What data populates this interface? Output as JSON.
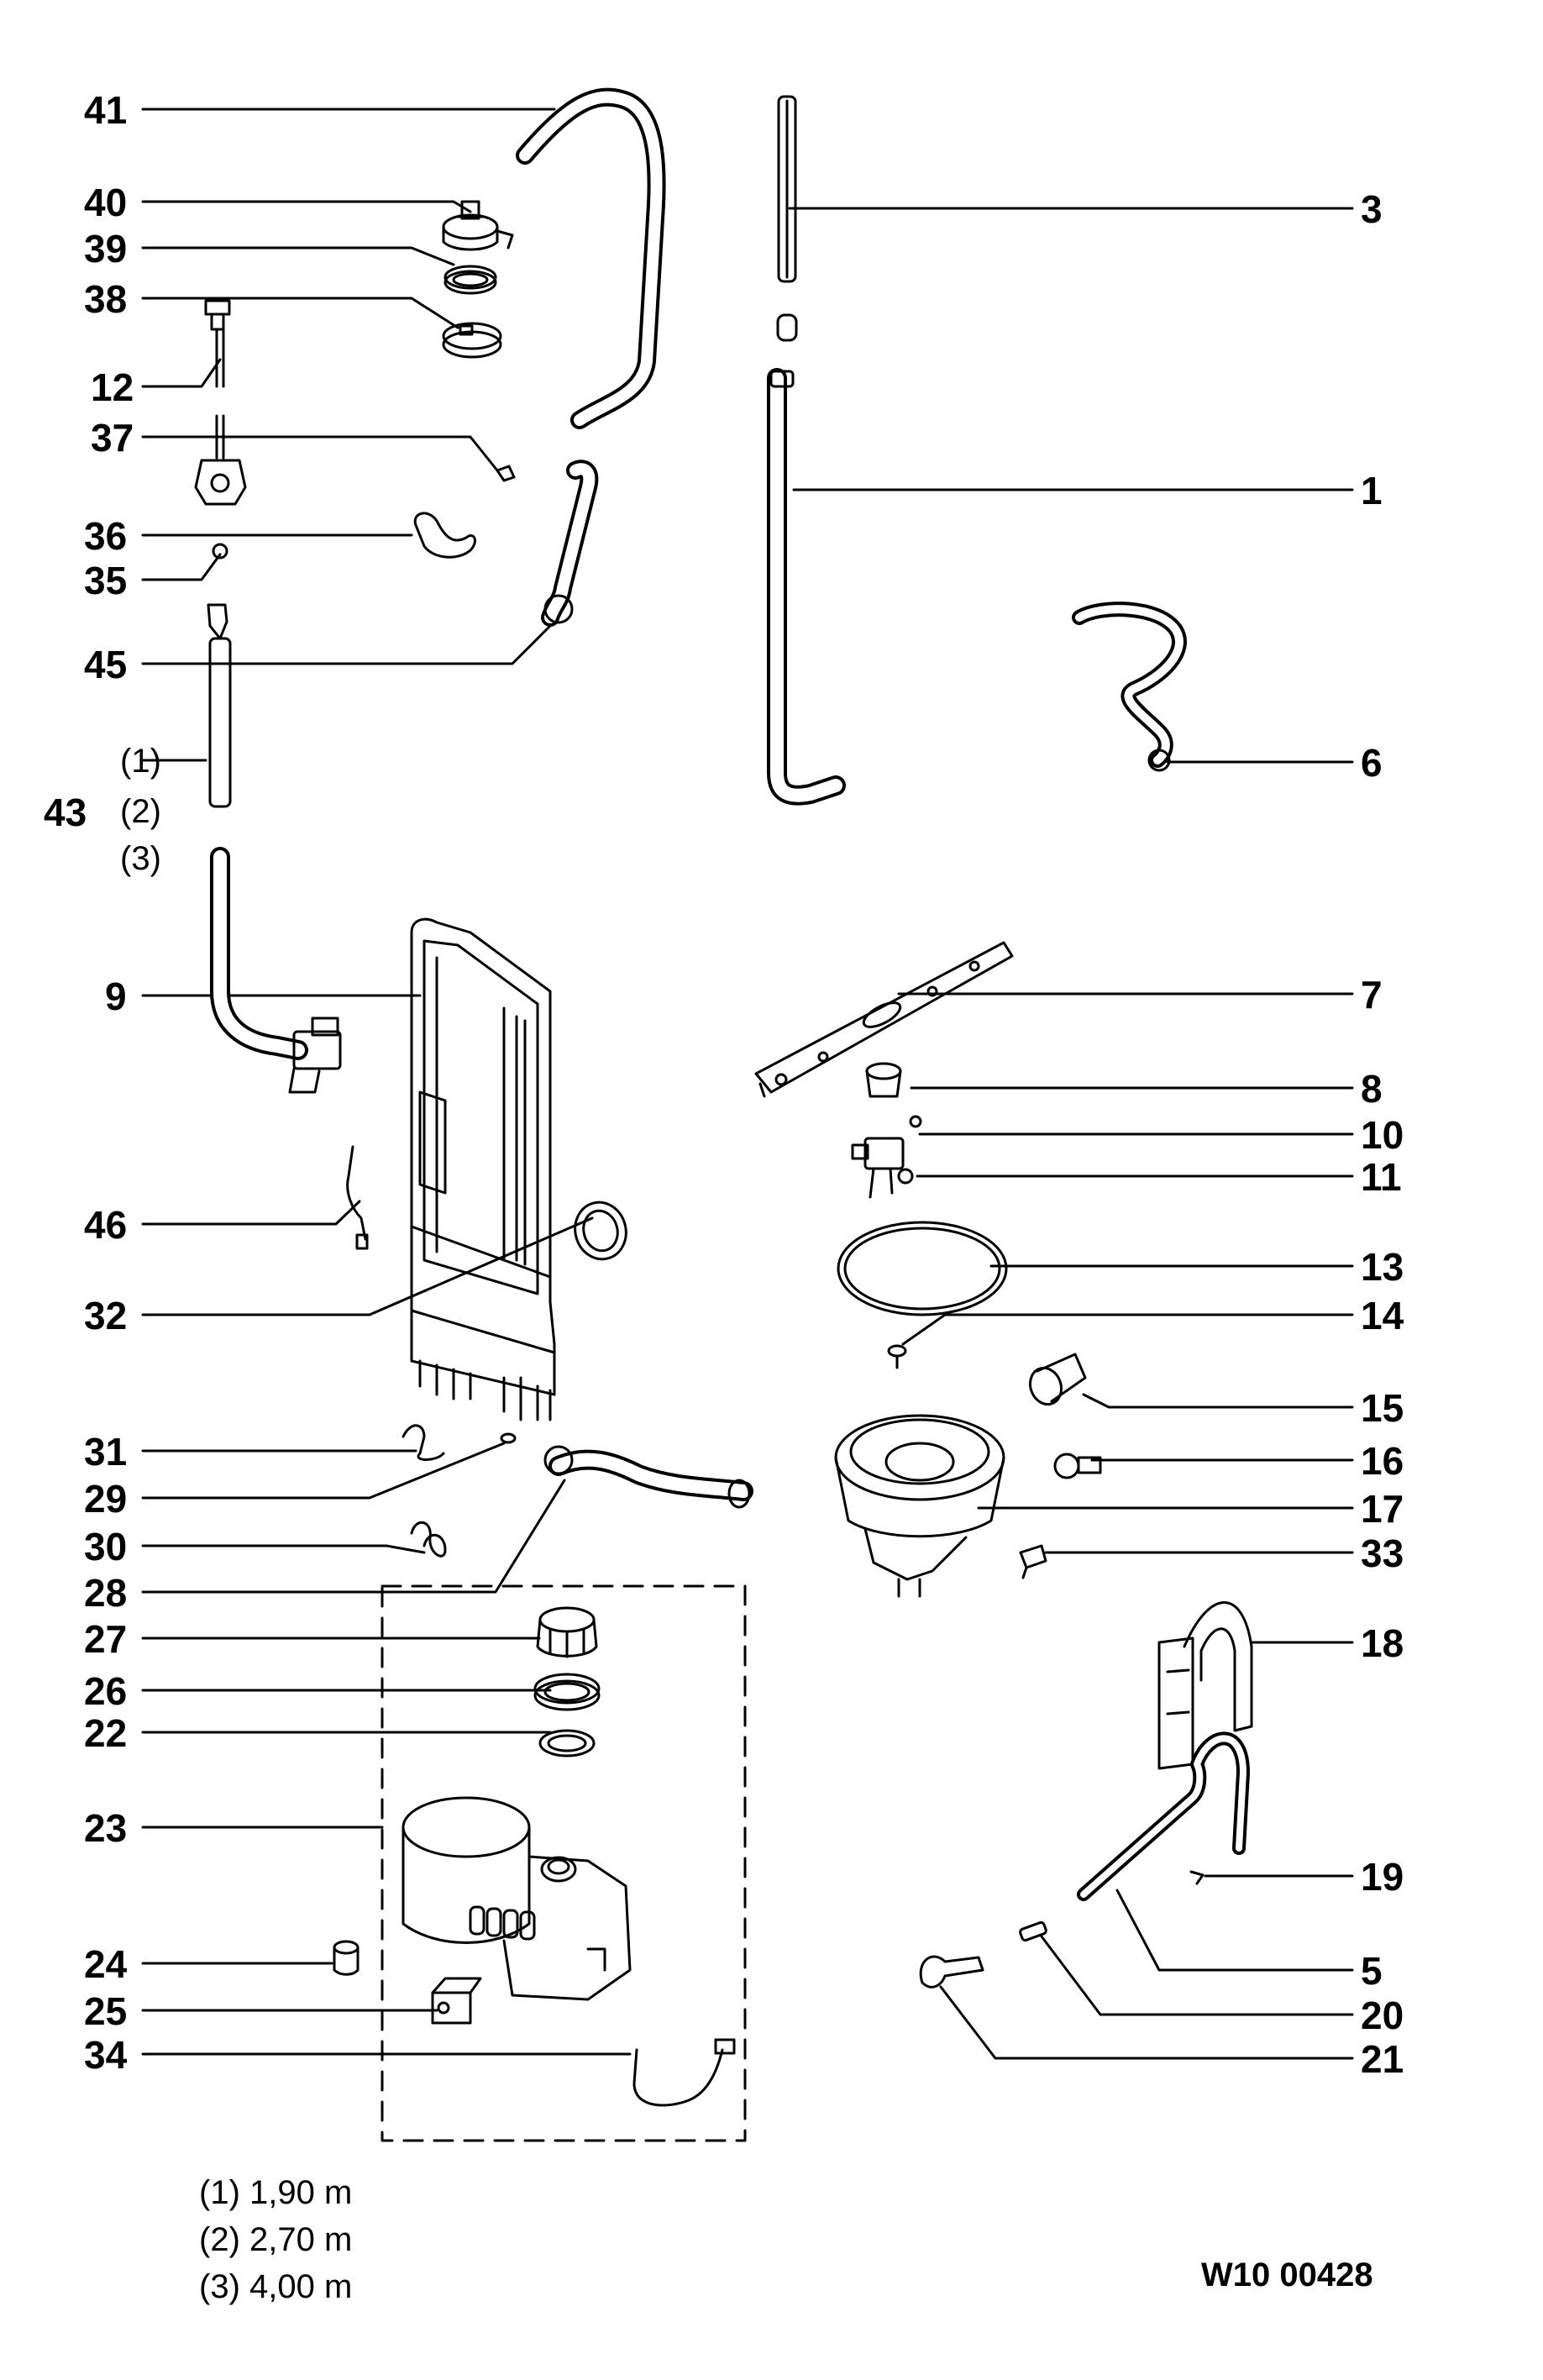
{
  "diagram": {
    "callouts": {
      "n41": "41",
      "n40": "40",
      "n39": "39",
      "n38": "38",
      "n12": "12",
      "n37": "37",
      "n36": "36",
      "n35": "35",
      "n45": "45",
      "n43": "43",
      "n9": "9",
      "n46": "46",
      "n32": "32",
      "n31": "31",
      "n29": "29",
      "n30": "30",
      "n28": "28",
      "n27": "27",
      "n26": "26",
      "n22": "22",
      "n23": "23",
      "n24": "24",
      "n25": "25",
      "n34": "34",
      "n3": "3",
      "n1": "1",
      "n6": "6",
      "n7": "7",
      "n8": "8",
      "n10": "10",
      "n11": "11",
      "n13": "13",
      "n14": "14",
      "n15": "15",
      "n16": "16",
      "n17": "17",
      "n33": "33",
      "n18": "18",
      "n19": "19",
      "n5": "5",
      "n20": "20",
      "n21": "21"
    },
    "hose_variant_markers": [
      "(1)",
      "(2)",
      "(3)"
    ],
    "length_notes": [
      "(1) 1,90 m",
      "(2) 2,70 m",
      "(3) 4,00 m"
    ],
    "drawing_code": "W10 00428"
  }
}
